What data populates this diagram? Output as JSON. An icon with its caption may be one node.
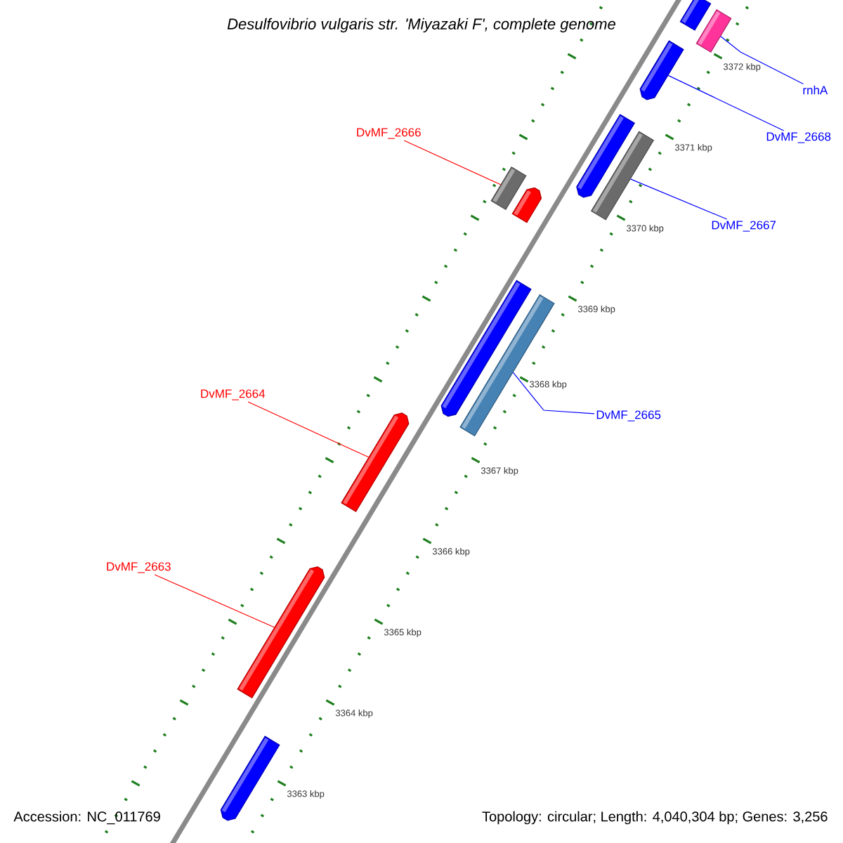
{
  "diagram": {
    "title": "Desulfovibrio vulgaris str. 'Miyazaki F', complete genome",
    "nodes": [
      {
        "text": [
          "rnhA"
        ]
      },
      {
        "text": [
          "DvMF_2668"
        ]
      },
      {
        "text": [
          "DvMF_2666"
        ]
      },
      {
        "text": [
          "DvMF_2667"
        ]
      },
      {
        "text": [
          "DvMF_2664"
        ]
      },
      {
        "text": [
          "DvMF_2665"
        ]
      },
      {
        "text": [
          "DvMF_2663"
        ]
      },
      {
        "text": [],
        "shape": "bar"
      },
      {
        "text": [],
        "shape": "bar"
      },
      {
        "text": [],
        "shape": "bar"
      },
      {
        "text": [],
        "shape": "bar"
      },
      {
        "text": [],
        "shape": "bar"
      },
      {
        "text": [],
        "shape": "bar"
      },
      {
        "text": [],
        "shape": "bar"
      },
      {
        "text": [],
        "shape": "bar"
      },
      {
        "text": [],
        "shape": "bar"
      },
      {
        "text": [],
        "shape": "bar"
      },
      {
        "text": [],
        "shape": "bar"
      },
      {
        "text": [],
        "shape": "bar"
      }
    ],
    "edges": [
      {
        "from": 0,
        "to": 8,
        "arrow": "none"
      },
      {
        "from": 1,
        "to": 9,
        "arrow": "none"
      },
      {
        "from": 2,
        "to": 12,
        "arrow": "none",
        "color": "#ff0000"
      },
      {
        "from": 3,
        "to": 11,
        "arrow": "none"
      },
      {
        "from": 4,
        "to": 16,
        "arrow": "none",
        "color": "#ff0000"
      },
      {
        "from": 5,
        "to": 15,
        "arrow": "none"
      },
      {
        "from": 6,
        "to": 17,
        "arrow": "none",
        "color": "#ff0000"
      }
    ],
    "labels": [
      "3372 kbp",
      "3371 kbp",
      "3370 kbp",
      "3369 kbp",
      "3368 kbp",
      "3367 kbp",
      "3366 kbp",
      "3365 kbp",
      "3364 kbp",
      "3363 kbp",
      "Accession: NC_011769",
      "Topology: circular; Length: 4,040,304 bp; Genes: 3,256"
    ]
  }
}
